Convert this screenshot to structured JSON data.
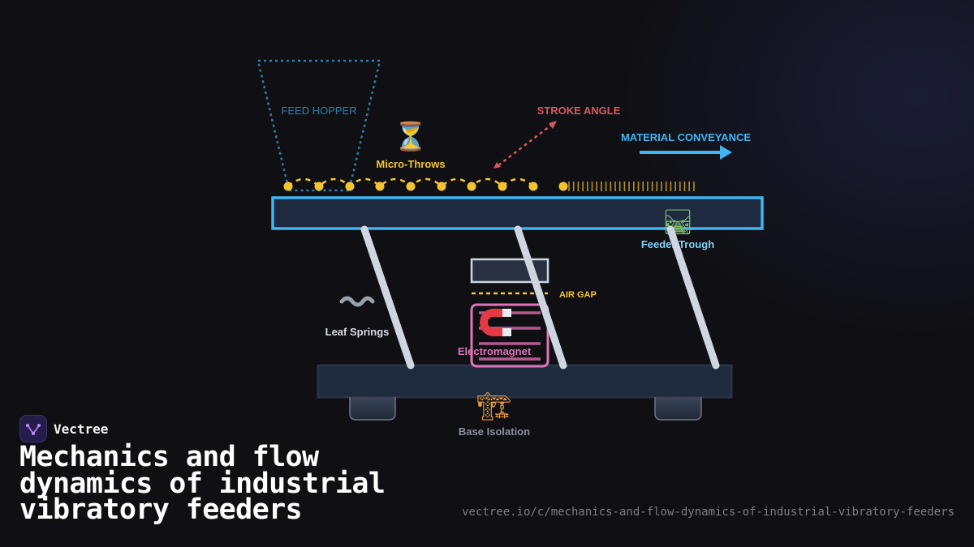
{
  "diagram": {
    "labels": {
      "feed_hopper": "FEED HOPPER",
      "micro_throws": "Micro-Throws",
      "stroke_angle": "STROKE ANGLE",
      "material_conveyance": "MATERIAL CONVEYANCE",
      "feeder_trough": "Feeder Trough",
      "air_gap": "AIR GAP",
      "leaf_springs": "Leaf Springs",
      "electromagnet": "Electromagnet",
      "base_isolation": "Base Isolation"
    },
    "icons": {
      "micro_throws": "hourglass-icon",
      "feeder_trough": "railway-track-icon",
      "leaf_springs": "wavy-dash-icon",
      "electromagnet": "horseshoe-magnet-icon",
      "base_isolation": "construction-crane-icon"
    },
    "colors": {
      "hopper": "#2f7ca6",
      "particles": "#f4c430",
      "stroke_angle": "#d4595f",
      "conveyance": "#3fb6f2",
      "trough_border": "#3fb6f2",
      "trough_fill": "#1e2a40",
      "springs": "#cfd6e2",
      "electromagnet": "#e074b8",
      "base": "#2a3345"
    }
  },
  "brand": {
    "name": "Vectree"
  },
  "title": "Mechanics and flow dynamics of industrial vibratory feeders",
  "url": "vectree.io/c/mechanics-and-flow-dynamics-of-industrial-vibratory-feeders"
}
